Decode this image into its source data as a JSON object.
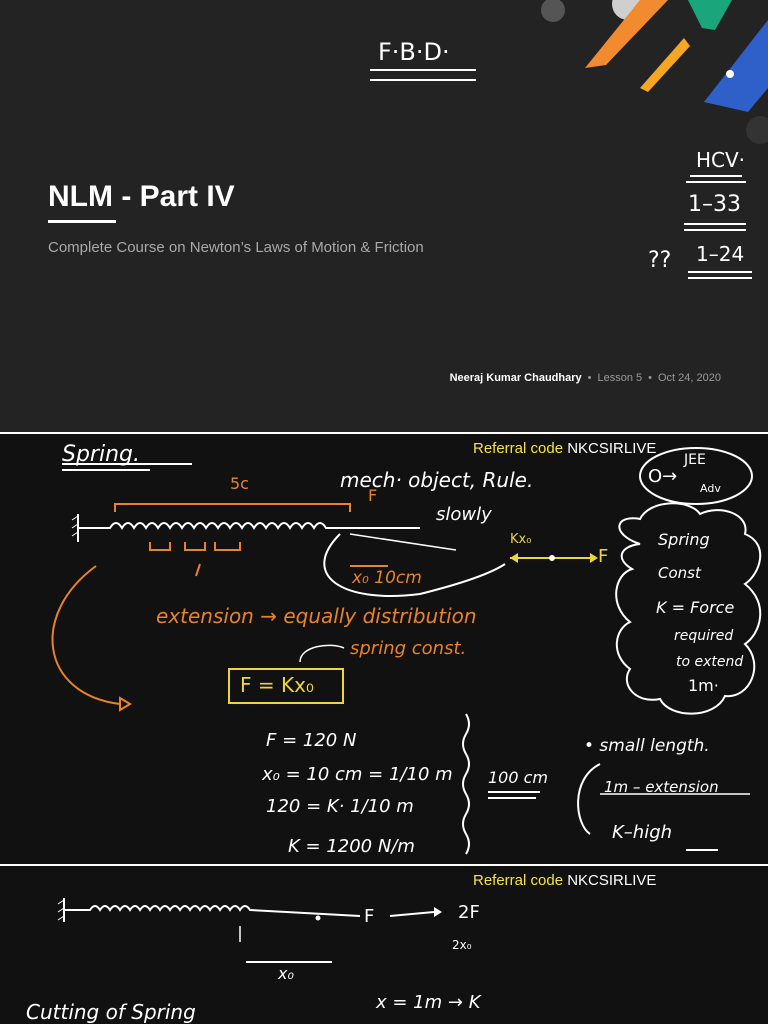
{
  "slide1": {
    "title": "NLM - Part IV",
    "subtitle": "Complete Course on Newton’s Laws of Motion & Friction",
    "author": "Neeraj Kumar Chaudhary",
    "lesson": "Lesson 5",
    "date": "Oct 24, 2020",
    "notes": {
      "fbd": "F·B·D·",
      "hcv": "HCV·",
      "range1": "1–33",
      "qq": "??",
      "range2": "1–24"
    },
    "colors": {
      "bg": "#232323",
      "orange": "#f28b2f",
      "green": "#1aa57a",
      "blue": "#2f5fc9"
    }
  },
  "slide2": {
    "referral_label": "Referral code",
    "referral_code": "NKCSIRLIVE",
    "notes": {
      "spring": "Spring.",
      "five_c": "5c",
      "mech": "mech· object, Rule.",
      "jee": "JEE",
      "adv": "Adv",
      "o": "O→",
      "slowly": "slowly",
      "f_top": "F",
      "kx0": "Kx₀",
      "f_right": "F",
      "x0_10cm": "x₀  10cm",
      "extension": "extension → equally distribution",
      "spring_const": "spring const.",
      "formula": "F = Kx₀",
      "box_spring": "Spring",
      "box_const": "Const",
      "box_k": "K = Force",
      "box_req": "required",
      "box_to": "to extend",
      "box_1m": "1m·",
      "calc1": "F = 120 N",
      "calc2": "x₀ = 10 cm = 1/10 m",
      "calc_100": "100 cm",
      "calc3": "120 = K· 1/10 m",
      "calc4": "K = 1200 N/m",
      "small": "• small length.",
      "onem": "1m – extension",
      "khigh": "K–high"
    },
    "colors": {
      "orange": "#e8832a",
      "yellow": "#ecd63a"
    }
  },
  "slide3": {
    "referral_label": "Referral code",
    "referral_code": "NKCSIRLIVE",
    "notes": {
      "f": "F",
      "two_f": "2F",
      "two_x0": "2x₀",
      "x0": "x₀",
      "cutting": "Cutting of Spring",
      "x_eq": "x = 1m → K"
    }
  }
}
